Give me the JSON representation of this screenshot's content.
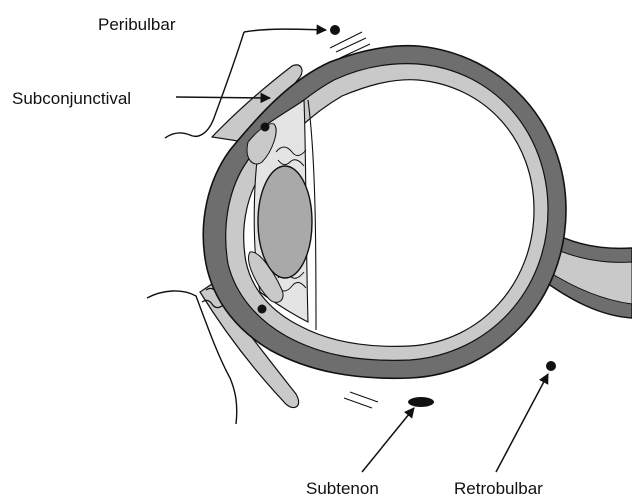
{
  "labels": {
    "peribulbar": "Peribulbar",
    "subconjunctival": "Subconjunctival",
    "subtenon": "Subtenon",
    "retrobulbar": "Retrobulbar"
  },
  "colors": {
    "sclera": "#6e6e6e",
    "choroid": "#c9c9c9",
    "lens": "#a9a9a9",
    "stroke": "#111111",
    "background": "#ffffff"
  }
}
